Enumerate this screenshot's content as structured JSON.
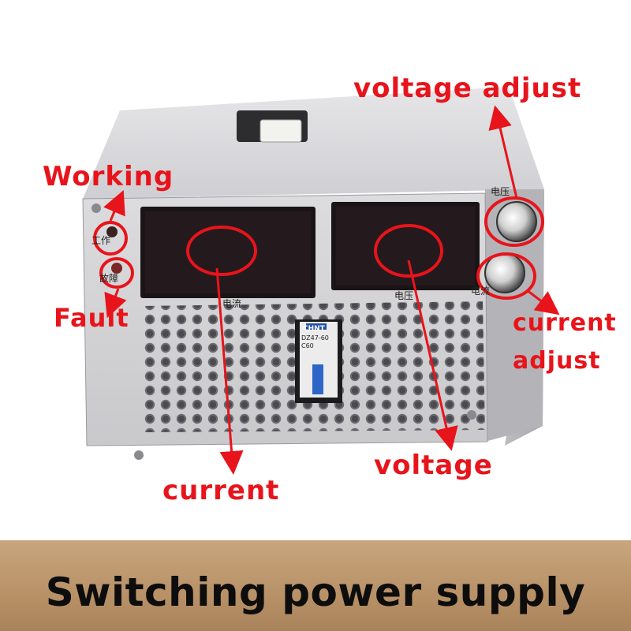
{
  "labels": {
    "working": "Working",
    "fault": "Fault",
    "voltage_adjust": "voltage adjust",
    "current_adjust_line1": "current",
    "current_adjust_line2": "adjust",
    "voltage": "voltage",
    "current": "current"
  },
  "panel": {
    "indicator_working": "工作",
    "indicator_fault": "故障",
    "display_current": "电流",
    "display_voltage": "电压",
    "knob_voltage": "电压",
    "knob_current": "电流",
    "breaker_brand": "CHNT",
    "breaker_model": "DZ47-60",
    "breaker_rating": "C60"
  },
  "banner": {
    "title": "Switching power supply"
  },
  "colors": {
    "annotation": "#e8141b",
    "chassis": "#d6d6d8",
    "display": "#1a1416",
    "banner": "#b89167"
  }
}
